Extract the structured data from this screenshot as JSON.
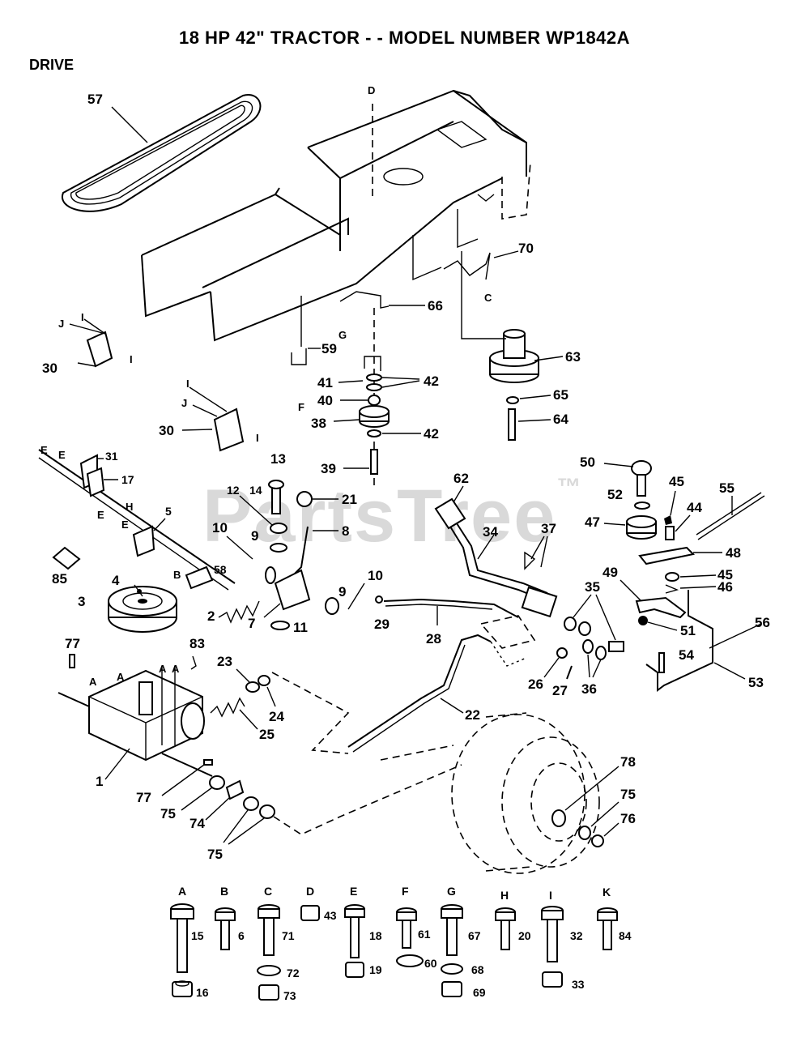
{
  "header": {
    "title": "18 HP 42\" TRACTOR - - MODEL NUMBER WP1842A",
    "section": "DRIVE"
  },
  "watermark": {
    "text": "PartsTree",
    "mark": "™"
  },
  "callouts": {
    "c57": "57",
    "c70": "70",
    "c66": "66",
    "c59": "59",
    "c63": "63",
    "c41": "41",
    "c42a": "42",
    "c40": "40",
    "c65": "65",
    "c64": "64",
    "c38": "38",
    "c42b": "42",
    "c39": "39",
    "c30a": "30",
    "c30b": "30",
    "c31": "31",
    "c17": "17",
    "c5": "5",
    "c58": "58",
    "c85": "85",
    "c13": "13",
    "c14": "14",
    "c12": "12",
    "c21": "21",
    "c8": "8",
    "c10a": "10",
    "c9a": "9",
    "c9b": "9",
    "c10b": "10",
    "c7": "7",
    "c11": "11",
    "c2": "2",
    "c4": "4",
    "c3": "3",
    "c77a": "77",
    "c83": "83",
    "c23": "23",
    "c25": "25",
    "c24": "24",
    "c1": "1",
    "c77b": "77",
    "c75a": "75",
    "c74": "74",
    "c75b": "75",
    "c62": "62",
    "c34": "34",
    "c37": "37",
    "c29": "29",
    "c28": "28",
    "c22": "22",
    "c26": "26",
    "c27": "27",
    "c35": "35",
    "c36": "36",
    "c50": "50",
    "c52": "52",
    "c47": "47",
    "c45a": "45",
    "c44": "44",
    "c55": "55",
    "c48": "48",
    "c49": "49",
    "c45b": "45",
    "c46": "46",
    "c51": "51",
    "c56": "56",
    "c54": "54",
    "c53": "53",
    "c78": "78",
    "c75c": "75",
    "c76": "76"
  },
  "ref_letters": {
    "D": "D",
    "C": "C",
    "G": "G",
    "F": "F",
    "J1": "J",
    "I1": "I",
    "I2": "I",
    "I3": "I",
    "J2": "J",
    "I4": "I",
    "E1": "E",
    "E2": "E",
    "E3": "E",
    "E4": "E",
    "H1": "H",
    "B1": "B",
    "A1": "A",
    "A2": "A",
    "A3": "A",
    "A4": "A"
  },
  "hardware_key": [
    {
      "letter": "A",
      "bolt": "15",
      "nut": "16"
    },
    {
      "letter": "B",
      "bolt": "6"
    },
    {
      "letter": "C",
      "bolt": "71",
      "washer": "72",
      "nut": "73"
    },
    {
      "letter": "D",
      "nut_top": "43"
    },
    {
      "letter": "E",
      "bolt": "18",
      "nut": "19"
    },
    {
      "letter": "F",
      "bolt": "61",
      "washer": "60"
    },
    {
      "letter": "G",
      "bolt": "67",
      "washer": "68",
      "nut": "69"
    },
    {
      "letter": "H",
      "bolt": "20"
    },
    {
      "letter": "I",
      "bolt": "32",
      "nut": "33"
    },
    {
      "letter": "K",
      "bolt": "84"
    }
  ]
}
